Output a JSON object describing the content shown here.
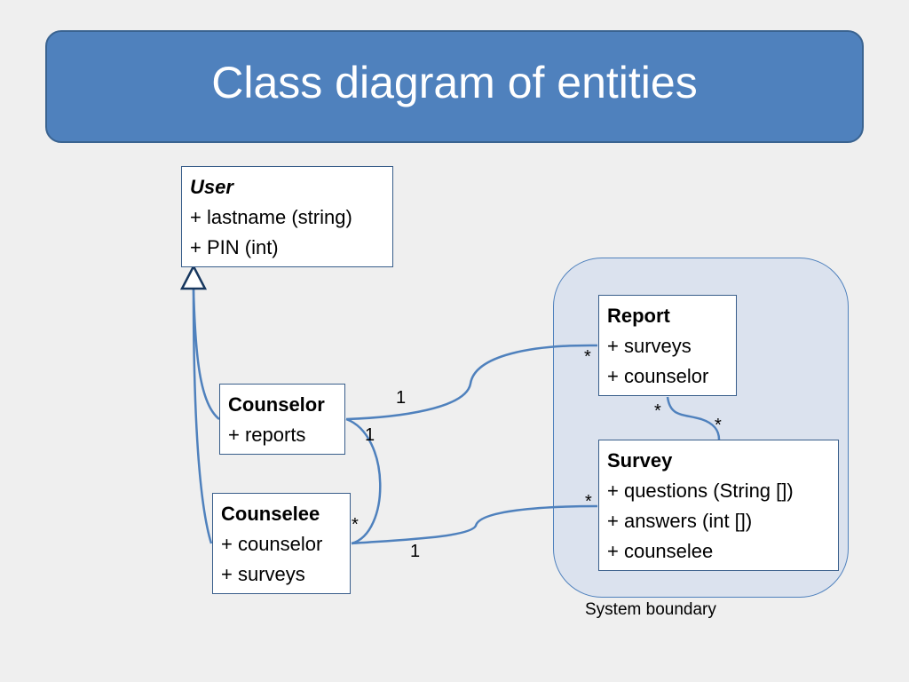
{
  "title": "Class diagram of entities",
  "boundary_label": "System boundary",
  "classes": {
    "user": {
      "name": "User",
      "attributes": [
        "+ lastname (string)",
        "+ PIN (int)"
      ]
    },
    "counselor": {
      "name": "Counselor",
      "attributes": [
        "+ reports"
      ]
    },
    "counselee": {
      "name": "Counselee",
      "attributes": [
        "+ counselor",
        "+ surveys"
      ]
    },
    "report": {
      "name": "Report",
      "attributes": [
        "+ surveys",
        "+ counselor"
      ]
    },
    "survey": {
      "name": "Survey",
      "attributes": [
        "+ questions (String [])",
        "+ answers (int [])",
        "+ counselee"
      ]
    }
  },
  "multiplicities": {
    "counselor_report_counselor_end": "1",
    "counselor_report_report_end": "*",
    "counselor_counselee_counselor_end": "1",
    "counselor_counselee_counselee_end": "*",
    "counselee_survey_counselee_end": "1",
    "counselee_survey_survey_end": "*",
    "report_survey_report_end": "*",
    "report_survey_survey_end": "*"
  },
  "colors": {
    "title_fill": "#4f81bd",
    "connector": "#4f81bd",
    "boundary_fill": "#dbe2ee",
    "background": "#efefef"
  }
}
